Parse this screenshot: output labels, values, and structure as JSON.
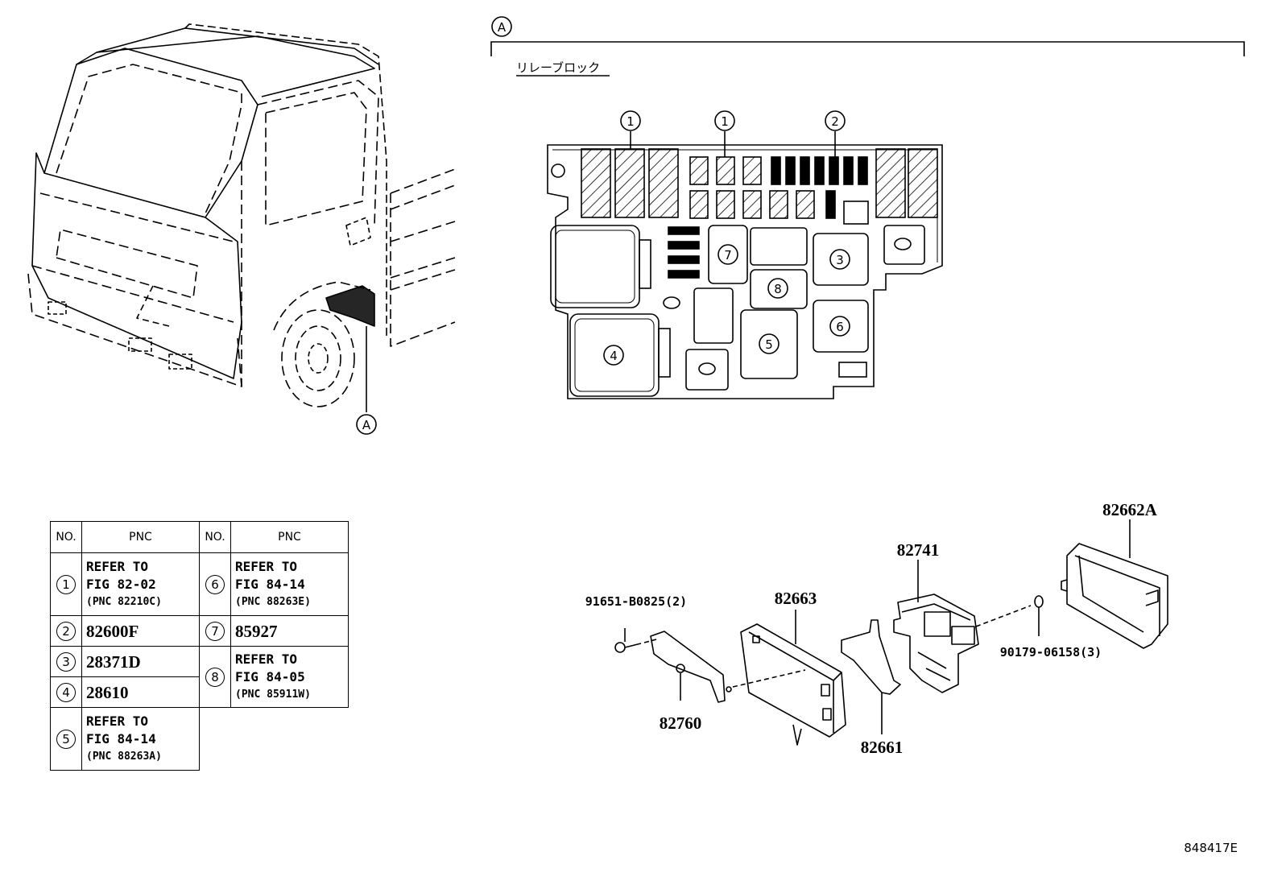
{
  "callout_a": "A",
  "relay_block_label": "リレーブロック",
  "relay_markers": {
    "m1a": "1",
    "m1b": "1",
    "m2": "2",
    "m3": "3",
    "m4": "4",
    "m5": "5",
    "m6": "6",
    "m7": "7",
    "m8": "8"
  },
  "parts": {
    "p82662A": "82662A",
    "p82741": "82741",
    "p82663": "82663",
    "p91651": "91651-B0825(2)",
    "p90179": "90179-06158(3)",
    "p82760": "82760",
    "p82661": "82661"
  },
  "table": {
    "headers": {
      "no_left": "NO.",
      "pnc_left": "PNC",
      "no_right": "NO.",
      "pnc_right": "PNC"
    },
    "rows": [
      {
        "no": "1",
        "line1": "REFER TO",
        "line2": "FIG 82-02",
        "line3": "(PNC 82210C)"
      },
      {
        "no": "2",
        "pnc": "82600F"
      },
      {
        "no": "3",
        "pnc": "28371D"
      },
      {
        "no": "4",
        "pnc": "28610"
      },
      {
        "no": "5",
        "line1": "REFER TO",
        "line2": "FIG 84-14",
        "line3": "(PNC 88263A)"
      },
      {
        "no": "6",
        "line1": "REFER TO",
        "line2": "FIG 84-14",
        "line3": "(PNC 88263E)"
      },
      {
        "no": "7",
        "pnc": "85927"
      },
      {
        "no": "8",
        "line1": "REFER TO",
        "line2": "FIG 84-05",
        "line3": "(PNC 85911W)"
      }
    ]
  },
  "figure_id": "848417E"
}
